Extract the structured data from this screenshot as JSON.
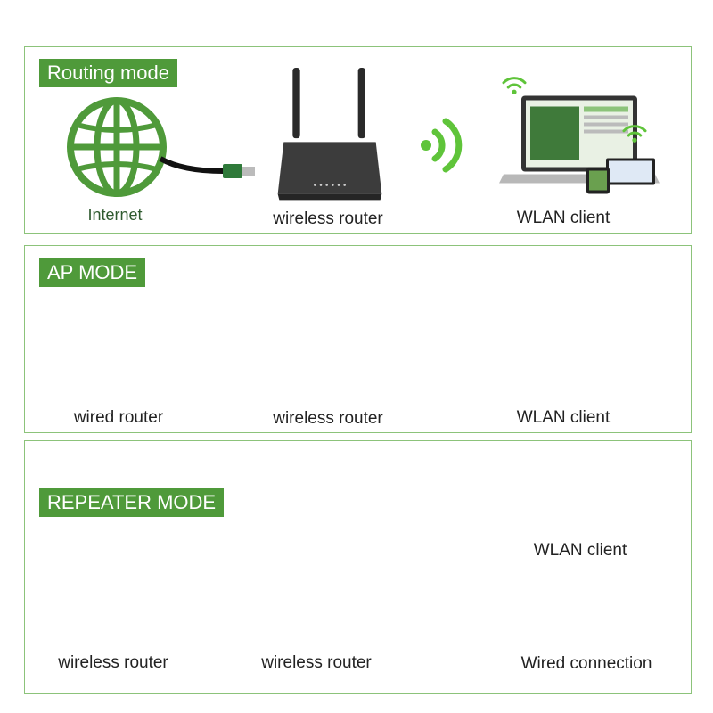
{
  "colors": {
    "accent": "#4f9a3a",
    "panel_border": "#8cc37a",
    "wifi": "#5fc43a"
  },
  "routing": {
    "title": "Routing mode",
    "labels": {
      "internet": "Internet",
      "router": "wireless router",
      "client": "WLAN client"
    }
  },
  "ap": {
    "title": "AP MODE",
    "labels": {
      "wired_router": "wired router",
      "router": "wireless router",
      "client": "WLAN client"
    }
  },
  "repeater": {
    "title": "REPEATER MODE",
    "labels": {
      "source_router": "wireless router",
      "router": "wireless router",
      "client": "WLAN client",
      "wired": "Wired connection"
    }
  }
}
